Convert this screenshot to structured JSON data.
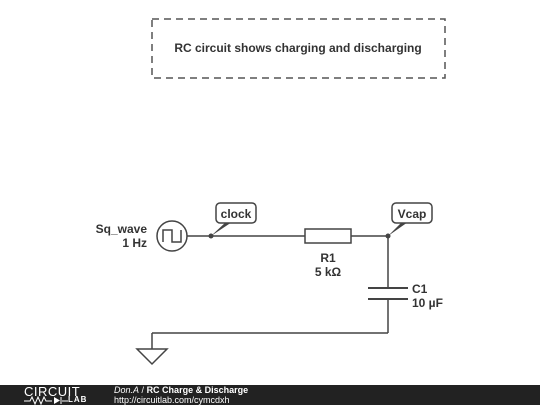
{
  "annotation": {
    "text": "RC circuit shows charging and discharging"
  },
  "components": {
    "source": {
      "name": "Sq_wave",
      "value": "1 Hz"
    },
    "resistor": {
      "name": "R1",
      "value": "5 kΩ"
    },
    "capacitor": {
      "name": "C1",
      "value": "10 µF"
    }
  },
  "net_labels": {
    "clock": "clock",
    "vcap": "Vcap"
  },
  "footer": {
    "logo_top": "CIRCUIT",
    "logo_bottom": "LAB",
    "author": "Don.A",
    "separator": "/",
    "title": "RC Charge & Discharge",
    "url": "http://circuitlab.com/cymcdxh"
  },
  "colors": {
    "wire": "#444444",
    "footer_bg": "#222222"
  }
}
